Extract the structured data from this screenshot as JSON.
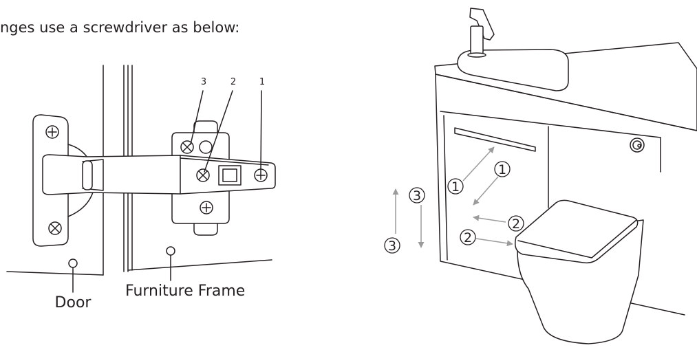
{
  "caption": "nges use a screwdriver as below:",
  "hinge": {
    "screw_numbers": [
      "3",
      "2",
      "1"
    ],
    "door_label": "Door",
    "frame_label": "Furniture Frame"
  },
  "vanity": {
    "markers": [
      "1",
      "1",
      "3",
      "3",
      "2",
      "2"
    ]
  }
}
